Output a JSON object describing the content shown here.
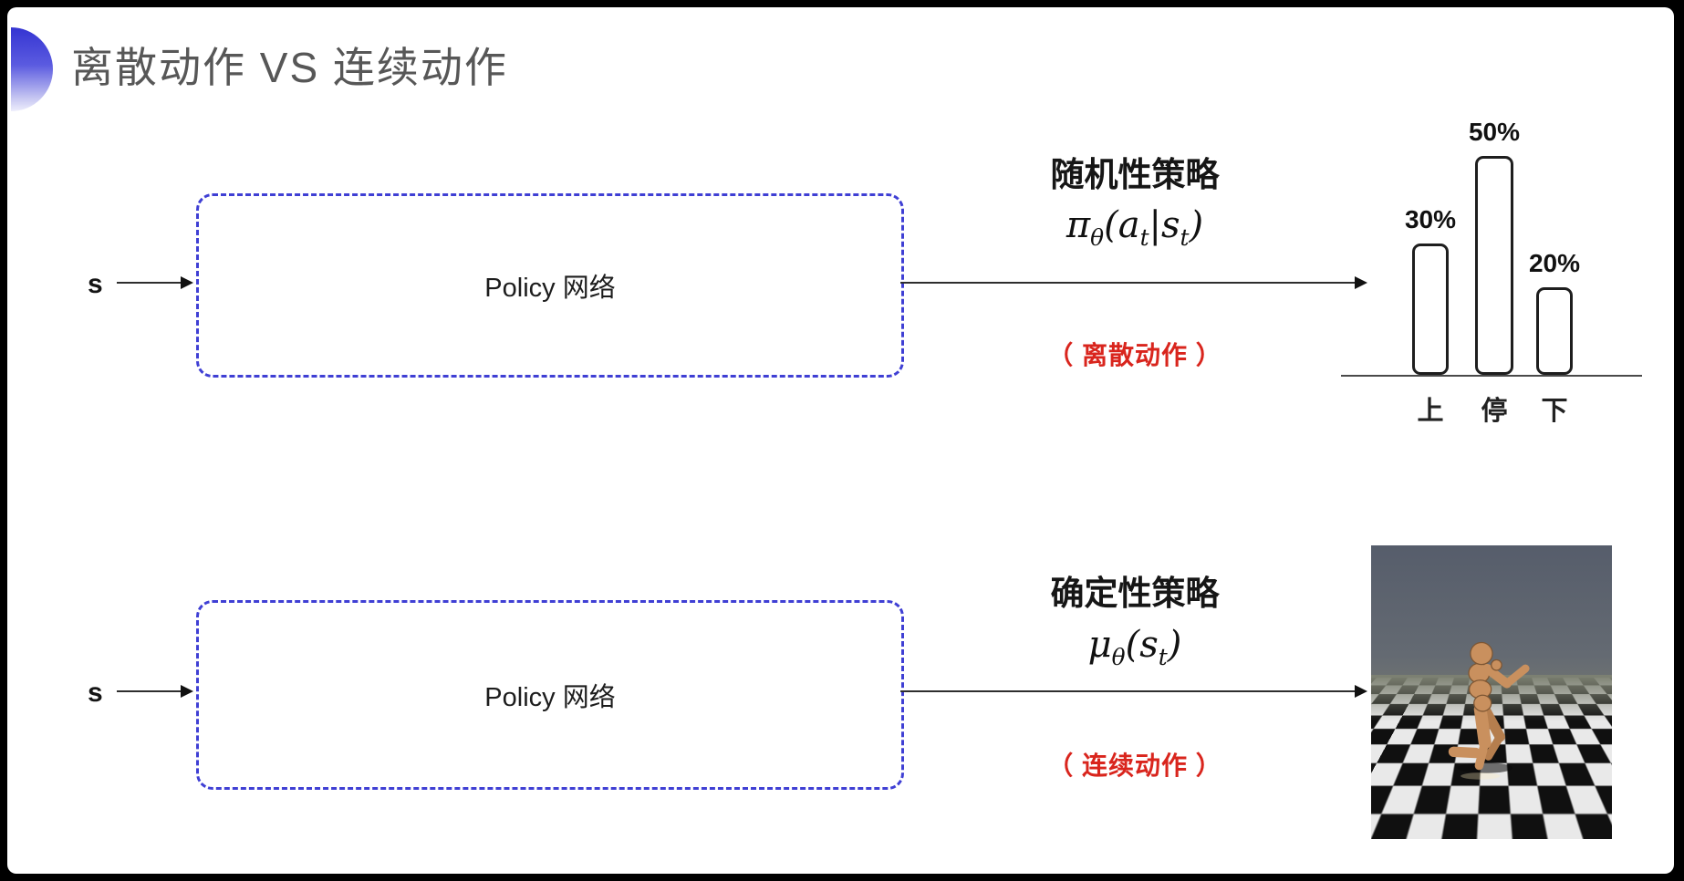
{
  "slide": {
    "title": "离散动作 VS 连续动作"
  },
  "top_row": {
    "input_label": "s",
    "box_label": "Policy 网络",
    "policy_title": "随机性策略",
    "formula": {
      "pi": "π",
      "theta": "θ",
      "open_a": "(a",
      "t1": "t",
      "bar_s": "|s",
      "t2": "t",
      "close": ")"
    },
    "action_type": "（ 离散动作 ）"
  },
  "bottom_row": {
    "input_label": "s",
    "box_label": "Policy 网络",
    "policy_title": "确定性策略",
    "formula": {
      "mu": "μ",
      "theta": "θ",
      "open_s": "(s",
      "t": "t",
      "close": ")"
    },
    "action_type": "（ 连续动作 ）"
  },
  "chart_data": {
    "type": "bar",
    "categories": [
      "上",
      "停",
      "下"
    ],
    "values": [
      30,
      50,
      20
    ],
    "value_labels": [
      "30%",
      "50%",
      "20%"
    ],
    "title": "",
    "xlabel": "",
    "ylabel": "",
    "ylim": [
      0,
      60
    ],
    "grid": false,
    "legend": false,
    "bar_style": "white fill, dark rounded outline"
  },
  "sim_image": {
    "content": "MuJoCo 风格人形机器人在黑白棋盘格地面上奔跑"
  },
  "colors": {
    "box_border_blue": "#3f3fd4",
    "accent_red": "#d9251d",
    "title_gray": "#575757",
    "bar_outline": "#1e1e1e",
    "sky_gray_blue": "#5a6170",
    "robot_tan": "#c9905e"
  }
}
